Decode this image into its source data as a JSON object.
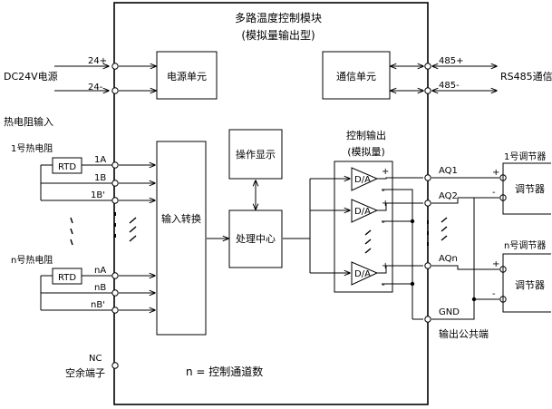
{
  "module": {
    "title": "多路温度控制模块",
    "subtitle": "(模拟量输出型)",
    "note": "n = 控制通道数"
  },
  "power": {
    "source_label": "DC24V电源",
    "plus": "24+",
    "minus": "24-",
    "unit_label": "电源单元"
  },
  "comm": {
    "unit_label": "通信单元",
    "plus": "485+",
    "minus": "485-",
    "bus_label": "RS485通信"
  },
  "inputs": {
    "section_label": "热电阻输入",
    "ch1_label": "1号热电阻",
    "chn_label": "n号热电阻",
    "rtd_label": "RTD",
    "ch1_terminals": [
      "1A",
      "1B",
      "1B'"
    ],
    "chn_terminals": [
      "nA",
      "nB",
      "nB'"
    ]
  },
  "blocks": {
    "input_convert": "输入转换",
    "display": "操作显示",
    "processor": "处理中心",
    "output_title_1": "控制输出",
    "output_title_2": "(模拟量)",
    "dac_label": "D/A",
    "plus_sign": "+",
    "minus_sign": "-"
  },
  "outputs": {
    "terminals": [
      "AQ1",
      "AQ2",
      "AQn"
    ],
    "gnd": "GND",
    "common_label": "输出公共端"
  },
  "regulators": {
    "ch1_label": "1号调节器",
    "chn_label": "n号调节器",
    "box_label": "调节器"
  },
  "spare": {
    "terminal": "NC",
    "label": "空余端子"
  }
}
